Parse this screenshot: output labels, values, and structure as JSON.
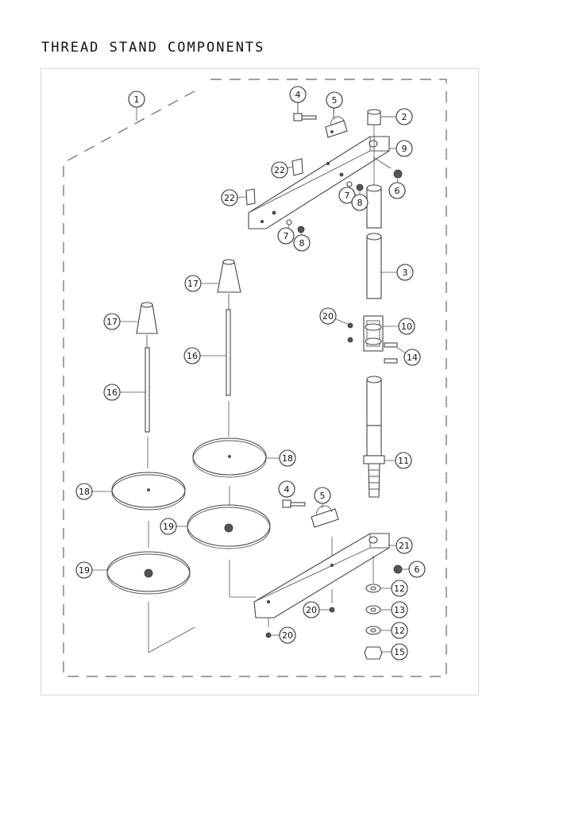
{
  "page_title": "THREAD STAND COMPONENTS",
  "callouts": [
    {
      "label": "1"
    },
    {
      "label": "2"
    },
    {
      "label": "3"
    },
    {
      "label": "4"
    },
    {
      "label": "5"
    },
    {
      "label": "6"
    },
    {
      "label": "7"
    },
    {
      "label": "8"
    },
    {
      "label": "9"
    },
    {
      "label": "10"
    },
    {
      "label": "11"
    },
    {
      "label": "12"
    },
    {
      "label": "13"
    },
    {
      "label": "14"
    },
    {
      "label": "15"
    },
    {
      "label": "16"
    },
    {
      "label": "17"
    },
    {
      "label": "18"
    },
    {
      "label": "19"
    },
    {
      "label": "20"
    },
    {
      "label": "21"
    },
    {
      "label": "22"
    }
  ]
}
